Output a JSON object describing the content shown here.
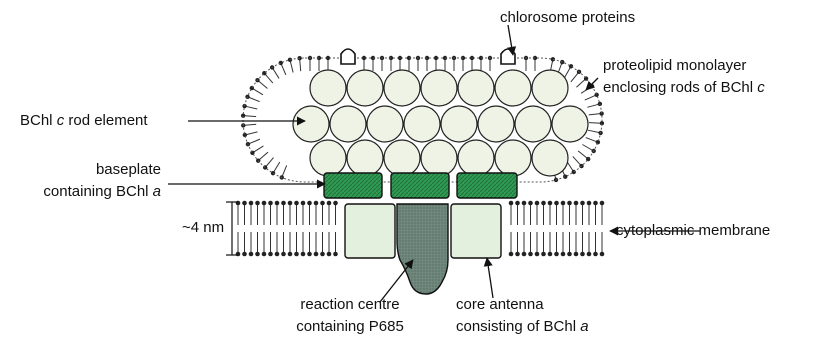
{
  "labels": {
    "chlorosome_proteins": "chlorosome proteins",
    "proteolipid_line1": "proteolipid monolayer",
    "proteolipid_line2_prefix": "enclosing rods of BChl ",
    "proteolipid_line2_italic": "c",
    "rod_element_prefix": "BChl ",
    "rod_element_italic": "c",
    "rod_element_suffix": " rod element",
    "baseplate_line1": "baseplate",
    "baseplate_line2_prefix": "containing BChl ",
    "baseplate_line2_italic": "a",
    "thickness": "~4 nm",
    "cytoplasmic_membrane": "cytoplasmic membrane",
    "reaction_centre_line1": "reaction centre",
    "reaction_centre_line2": "containing P685",
    "core_antenna_line1": "core antenna",
    "core_antenna_line2_prefix": "consisting of BChl ",
    "core_antenna_line2_italic": "a"
  },
  "colors": {
    "rod_fill": "#eef3e6",
    "baseplate_fill": "#2f9a52",
    "core_antenna_fill": "#e4f0de",
    "reaction_centre_fill": "#6e8a80",
    "line": "#222222"
  }
}
